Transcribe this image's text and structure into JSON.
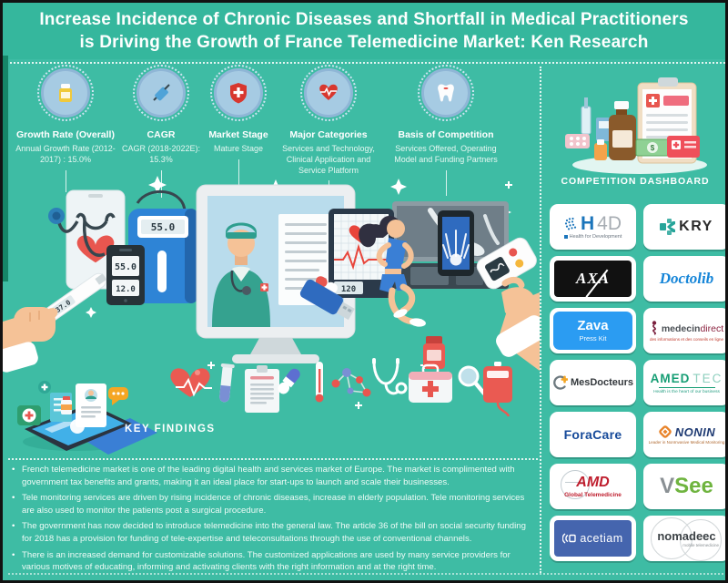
{
  "title": {
    "line1": "Increase Incidence of Chronic Diseases and Shortfall in Medical Practitioners",
    "line2": "is Driving the Growth of France Telemedicine Market: Ken Research"
  },
  "metrics": [
    {
      "icon": "pill-bottle-icon",
      "heading": "Growth Rate (Overall)",
      "detail": "Annual Growth Rate (2012-2017) : 15.0%"
    },
    {
      "icon": "syringe-icon",
      "heading": "CAGR",
      "detail": "CAGR (2018-2022E): 15.3%"
    },
    {
      "icon": "shield-cross-icon",
      "heading": "Market Stage",
      "detail": "Mature Stage"
    },
    {
      "icon": "heart-pulse-icon",
      "heading": "Major Categories",
      "detail": "Services and Technology, Clinical Application and Service Platform"
    },
    {
      "icon": "tooth-icon",
      "heading": "Basis of Competition",
      "detail": "Services Offered, Operating Model and Funding Partners"
    }
  ],
  "illustration": {
    "thermometer_reading": "37.0",
    "bp_monitor_reading": "55.0",
    "phone_reading_top": "55.0",
    "phone_reading_bottom": "12.0",
    "ecg_reading": "120"
  },
  "key_findings": {
    "label": "KEY FINDINGS",
    "bullets": [
      "French telemedicine market is one of the leading digital health and services market of Europe. The market is complimented with government tax benefits and grants, making it an ideal place for start-ups to launch and scale their businesses.",
      "Tele monitoring services are driven by rising incidence of chronic diseases, increase in elderly population. Tele monitoring services are also used to monitor the patients post a surgical procedure.",
      "The government has now decided to introduce telemedicine into the general law. The article 36 of the bill on social security funding for 2018 has a provision for funding of tele-expertise and teleconsultations through the use of conventional channels.",
      "There is an increased demand for customizable solutions. The customized applications are used by many service providers for various motives of educating, informing and activating clients with the right information and at the right time."
    ]
  },
  "dashboard": {
    "label": "COMPETITION DASHBOARD",
    "logos": [
      {
        "name": "H",
        "name2": "4D",
        "tagline": "Health for Development"
      },
      {
        "name": "KRY"
      },
      {
        "name": "AXA"
      },
      {
        "name": "Doctolib"
      },
      {
        "name": "Zava",
        "tagline": "Press Kit"
      },
      {
        "name": "medecin",
        "name2": "direct",
        "tagline": "des informations et des conseils en ligne"
      },
      {
        "name": "MesDocteurs"
      },
      {
        "name": "AMED",
        "name2": "TEC",
        "tagline": "Health is the heart of our business"
      },
      {
        "name": "ForaCare"
      },
      {
        "name": "NONIN",
        "tagline": "Leader in NonInvasive Medical Monitoring"
      },
      {
        "name": "AMD",
        "tagline": "Global Telemedicine"
      },
      {
        "name": "V",
        "name2": "See"
      },
      {
        "name": "acetiam"
      },
      {
        "name": "nomadeec",
        "tagline": "mobile telemedicine"
      }
    ]
  },
  "colors": {
    "background": "#3EBCA4",
    "title_band": "#35B79D",
    "left_stripe": "#168668",
    "card": "#FFFFFF",
    "accent_red": "#E8564F",
    "accent_blue": "#2E7FD4"
  }
}
